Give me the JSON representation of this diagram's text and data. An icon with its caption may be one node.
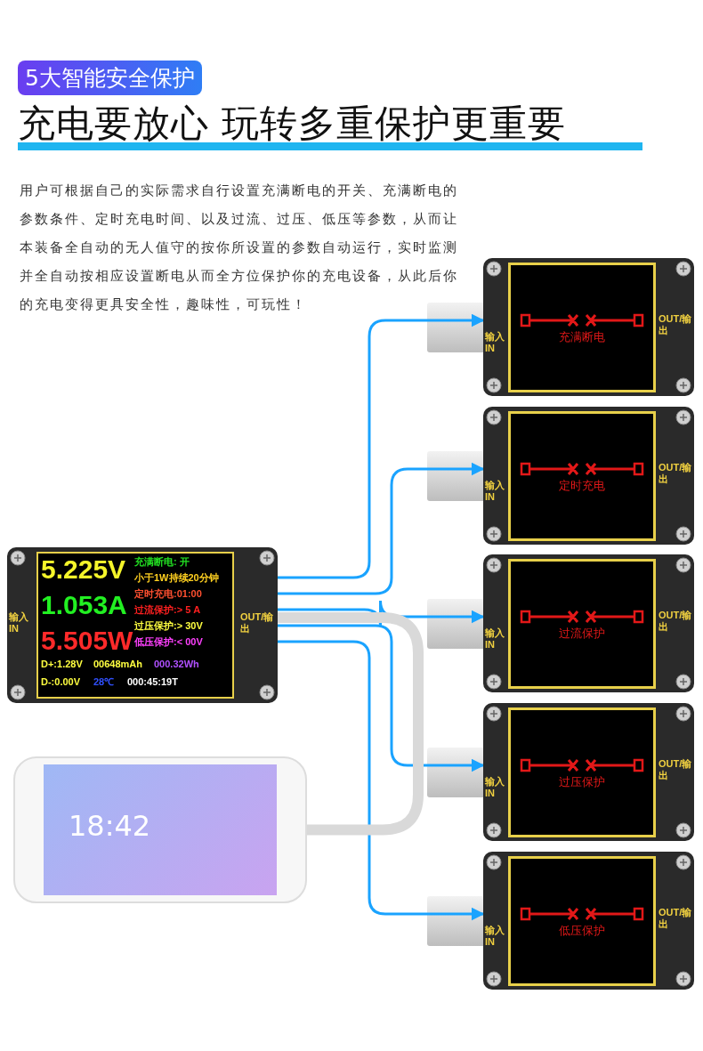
{
  "diagram": {
    "title": "充电要放心 玩转多重保护更重要",
    "nodes": [
      {
        "text": [
          "5.225V",
          "1.053A",
          "5.505W",
          "充满断电: 开",
          "小于1W持续20分钟",
          "定时充电:01:00",
          "过流保护:> 5 A",
          "过压保护:> 30V",
          "低压保护:< 00V",
          "D+:1.28V",
          "00648mAh",
          "000.32Wh",
          "D-:0.00V",
          "28℃",
          "000:45:19T",
          "输入 IN",
          "OUT/输出"
        ]
      },
      {
        "text": [
          "输入 IN",
          "充满断电",
          "OUT/输出"
        ]
      },
      {
        "text": [
          "输入 IN",
          "定时充电",
          "OUT/输出"
        ]
      },
      {
        "text": [
          "输入 IN",
          "过流保护",
          "OUT/输出"
        ]
      },
      {
        "text": [
          "输入 IN",
          "过压保护",
          "OUT/输出"
        ]
      },
      {
        "text": [
          "输入 IN",
          "低压保护",
          "OUT/输出"
        ]
      },
      {
        "text": [
          "18:42"
        ]
      }
    ],
    "edges": [
      {
        "from": 0,
        "to": 1,
        "arrow": "to"
      },
      {
        "from": 0,
        "to": 2,
        "arrow": "to"
      },
      {
        "from": 0,
        "to": 3,
        "arrow": "to"
      },
      {
        "from": 0,
        "to": 4,
        "arrow": "to"
      },
      {
        "from": 0,
        "to": 5,
        "arrow": "to"
      },
      {
        "from": 0,
        "to": 6,
        "arrow": "none",
        "style": "thick",
        "color": "#d9d9d9"
      }
    ],
    "labels": [
      "5大智能安全保护",
      "用户可根据自己的实际需求自行设置充满断电的开关、充满断电的参数条件、定时充电时间、以及过流、过压、低压等参数，从而让本装备全自动的无人值守的按你所设置的参数自动运行，实时监测并全自动按相应设置断电从而全方位保护你的充电设备，从此后你的充电变得更具安全性，趣味性，可玩性！"
    ]
  }
}
